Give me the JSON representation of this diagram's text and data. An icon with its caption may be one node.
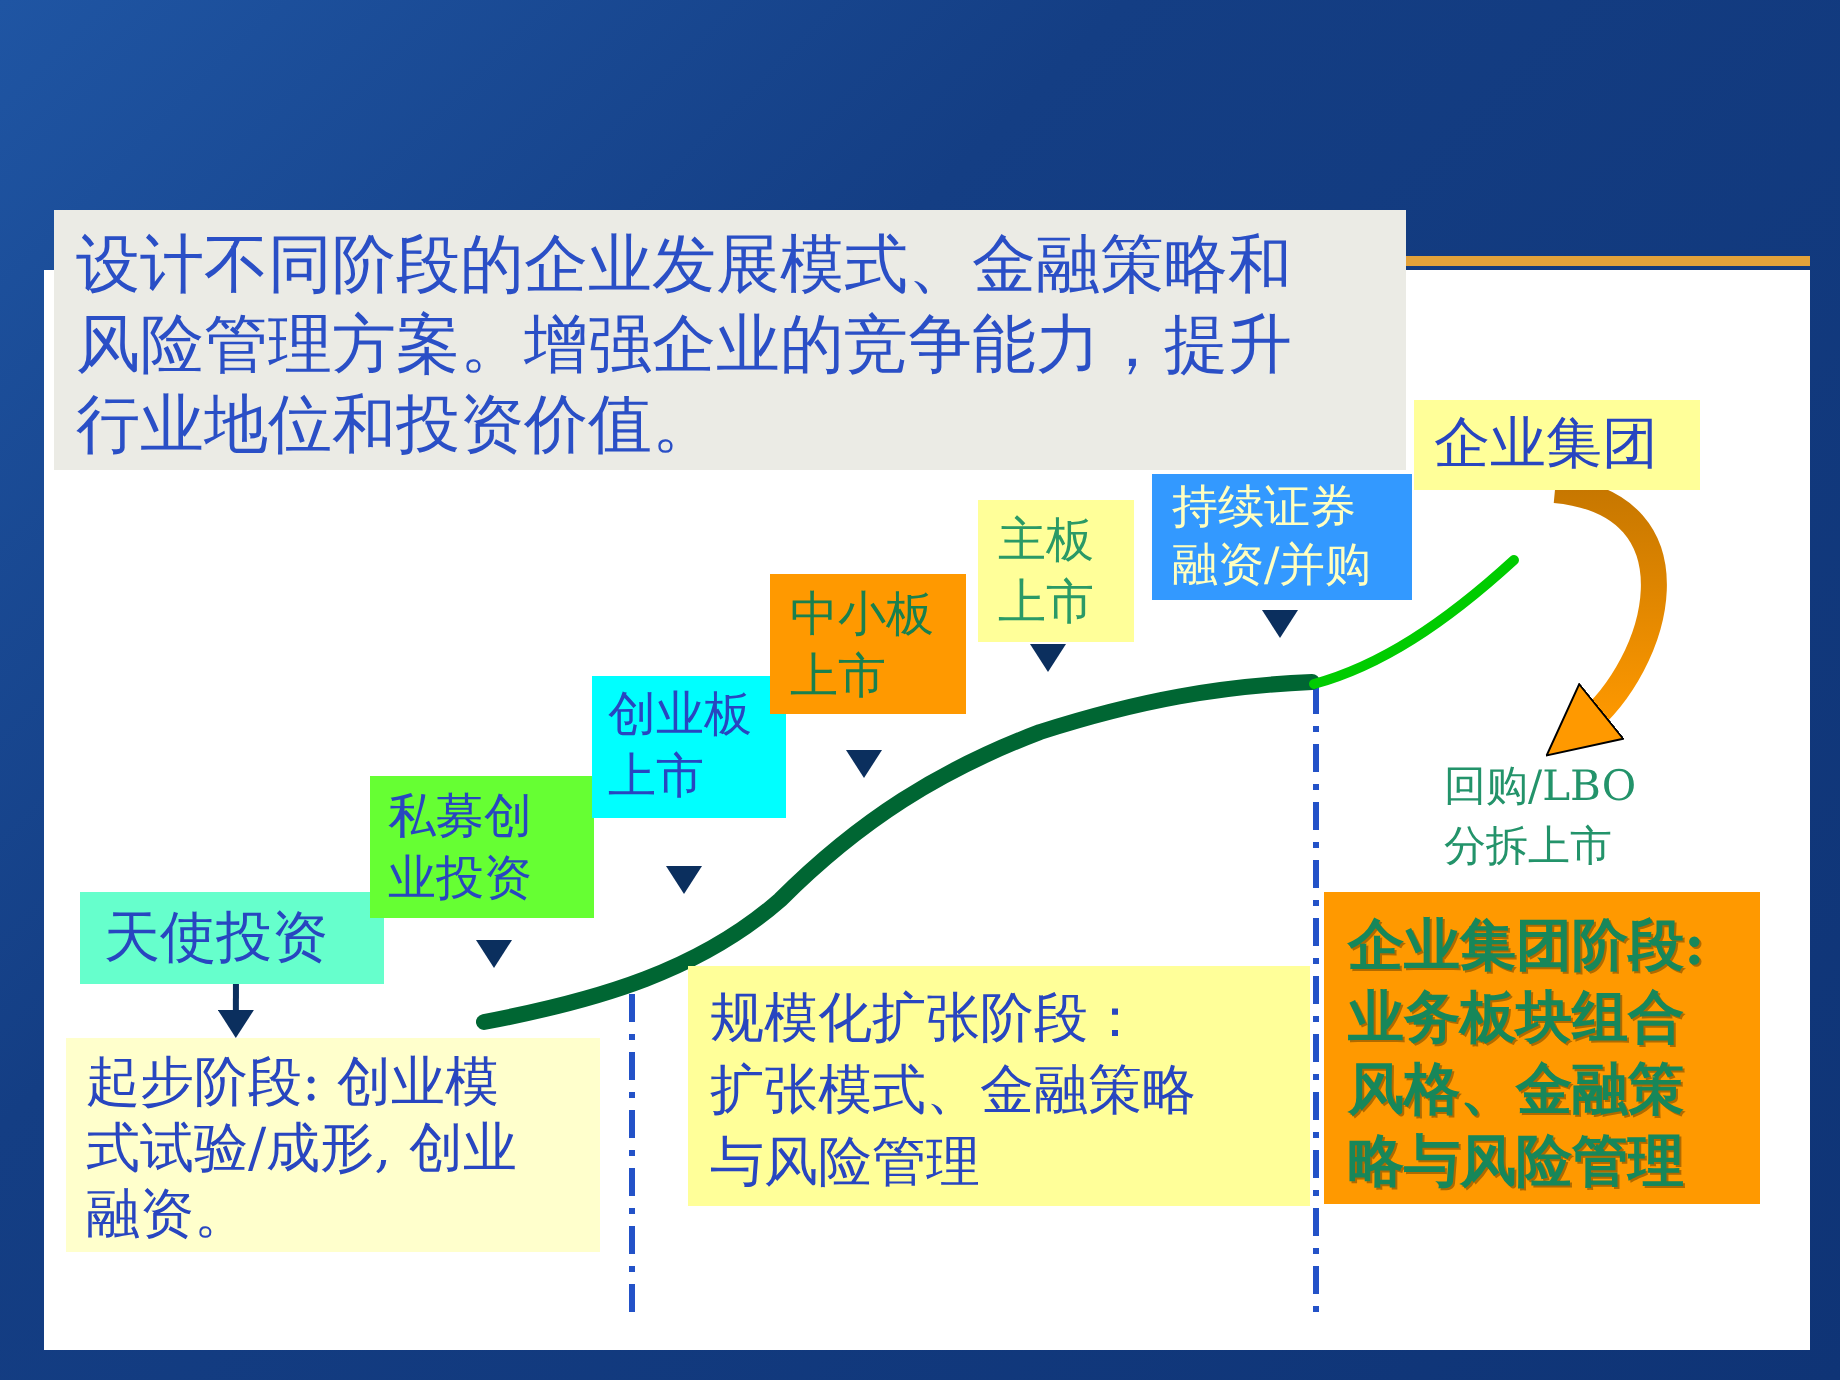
{
  "diagram": {
    "nodes": [
      {
        "text": [
          "设计不同阶段的企业发展模式、金融策略和风险管理方案。增强企业的竞争能力，提升行业地位和投资价值。"
        ]
      },
      {
        "text": [
          "天使投资"
        ]
      },
      {
        "text": [
          "私募创业投资"
        ]
      },
      {
        "text": [
          "创业板上市"
        ]
      },
      {
        "text": [
          "中小板上市"
        ]
      },
      {
        "text": [
          "主板上市"
        ]
      },
      {
        "text": [
          "持续证券融资/并购"
        ]
      },
      {
        "text": [
          "企业集团"
        ]
      },
      {
        "text": [
          "回购/LBO分拆上市"
        ]
      },
      {
        "text": [
          "起步阶段: 创业模式试验/成形, 创业融资。"
        ]
      },
      {
        "text": [
          "规模化扩张阶段：",
          "扩张模式、金融策略与风险管理"
        ]
      },
      {
        "text": [
          "企业集团阶段:",
          "业务板块组合风格、金融策略与风险管理"
        ]
      }
    ],
    "edges": [
      {
        "from": 1,
        "to": 9,
        "arrow": "to",
        "color": "#0b2f5e"
      },
      {
        "from": 7,
        "to": 8,
        "arrow": "to",
        "style": "thick",
        "color": "#ff9900"
      }
    ]
  }
}
